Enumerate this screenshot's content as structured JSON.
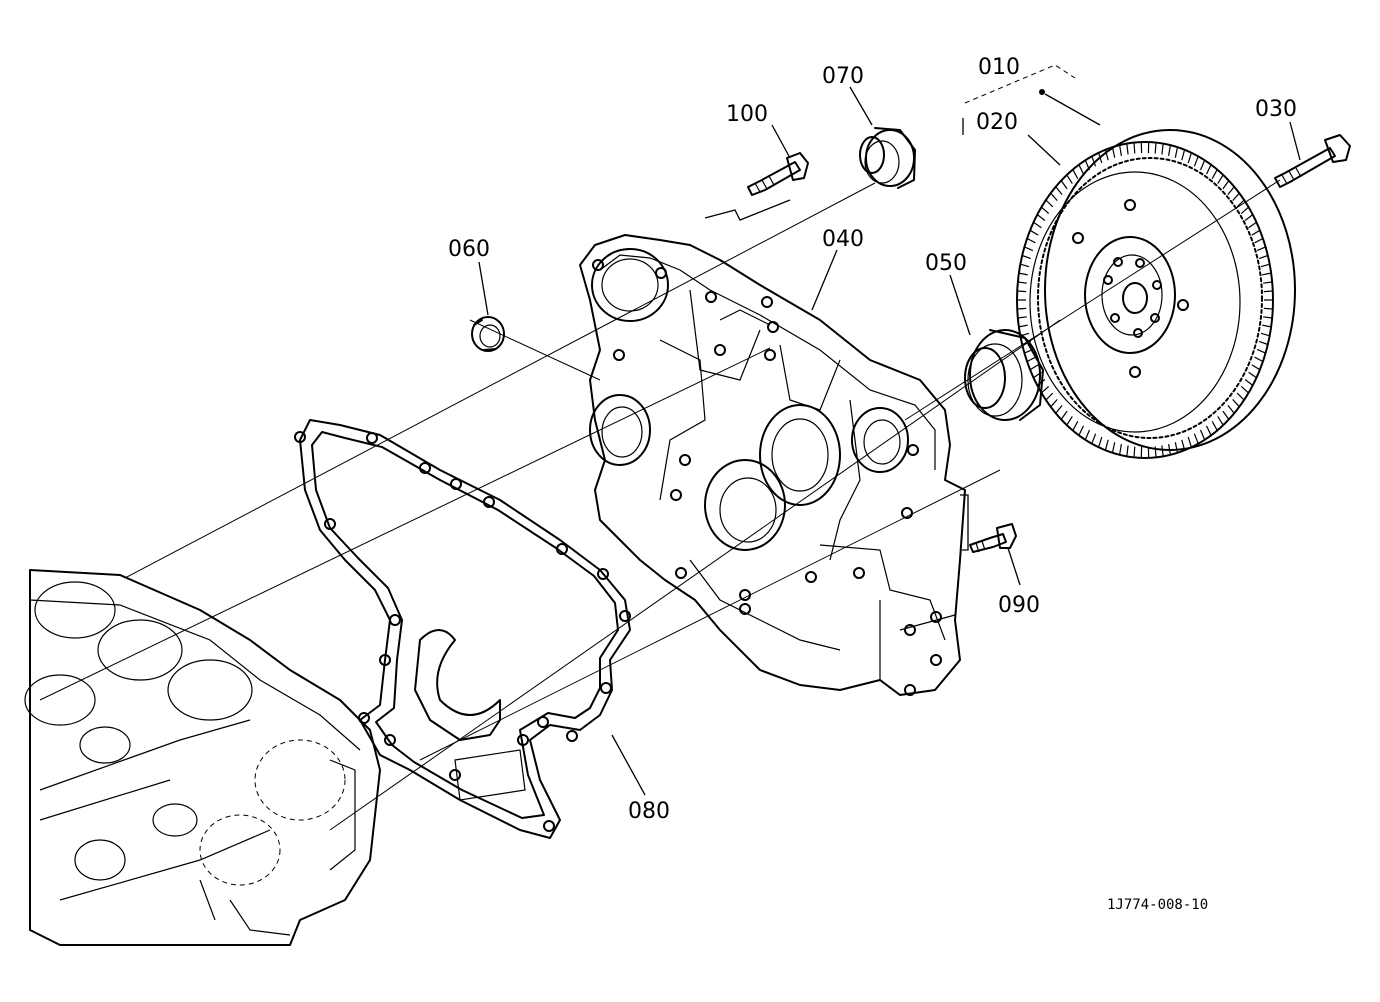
{
  "diagram": {
    "callouts": [
      {
        "id": "p010",
        "text": "010"
      },
      {
        "id": "p020",
        "text": "020"
      },
      {
        "id": "p030",
        "text": "030"
      },
      {
        "id": "p040",
        "text": "040"
      },
      {
        "id": "p050",
        "text": "050"
      },
      {
        "id": "p060",
        "text": "060"
      },
      {
        "id": "p070",
        "text": "070"
      },
      {
        "id": "p080",
        "text": "080"
      },
      {
        "id": "p090",
        "text": "090"
      },
      {
        "id": "p100",
        "text": "100"
      }
    ],
    "figure_code": "1J774-008-10"
  }
}
